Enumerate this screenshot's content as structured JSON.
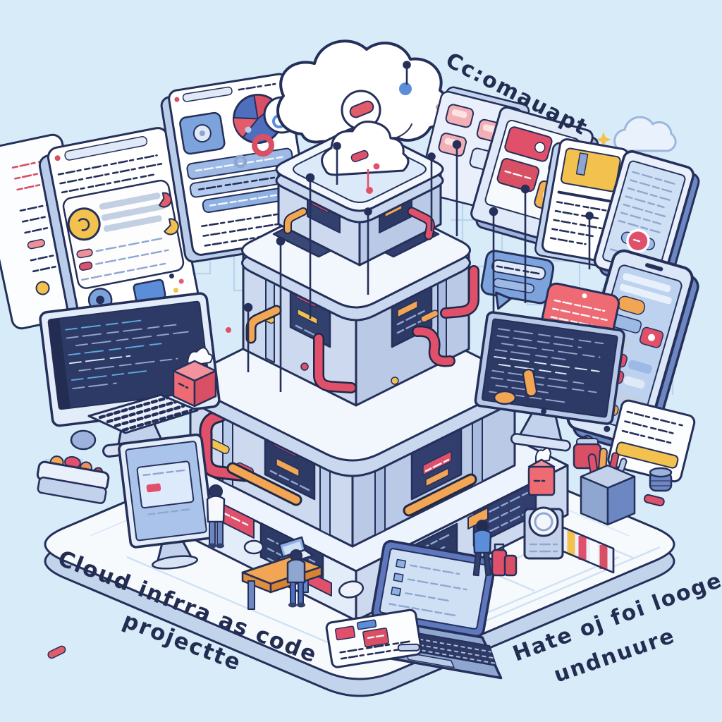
{
  "scene": {
    "type": "isometric-illustration",
    "subject": "Cloud infrastructure as code: layered server tower connected to a cloud, surrounded by app windows, devices and tiny engineers"
  },
  "captions": {
    "top_right": "Cc:omauapt",
    "bottom_left_line1": "Cloud infrra as code",
    "bottom_left_line2": "projectte",
    "bottom_right_line1": "Hate oj foi looge",
    "bottom_right_line2": "undnuure"
  },
  "palette": {
    "background": "#d8ebf9",
    "outline": "#25305a",
    "tower_light": "#cdd9ee",
    "tower_mid": "#8fa7d0",
    "panel_dark": "#2e3a66",
    "pipe_red": "#e0506b",
    "pipe_orange": "#f2a654",
    "accent_yellow": "#f2c14e",
    "accent_blue": "#5b8dd9",
    "bubble_blue": "#7da3dd",
    "bubble_red": "#ee6b74",
    "floor_white": "#f7fafd"
  },
  "objects": [
    "main-cloud",
    "small-cloud-on-tower",
    "outline-cloud",
    "sparkle",
    "tower-tier-1",
    "tower-tier-2",
    "tower-tier-3",
    "podium",
    "base-platform",
    "browser-window-analytics",
    "browser-window-dashboard",
    "partial-window",
    "app-grid-panel-light",
    "app-grid-panel-red",
    "document-card",
    "tablet-device",
    "phone-device",
    "card-yellow-strip",
    "speech-bubble-blue",
    "speech-bubble-red",
    "desktop-monitor-left",
    "terminal-monitor-right",
    "floor-monitor",
    "keyboard",
    "mouse",
    "laptop-large",
    "laptop-small",
    "floor-tablet",
    "orange-desk",
    "person-white-shirt",
    "person-at-desk",
    "person-with-luggage",
    "tissue-cube",
    "snack-tray",
    "red-container",
    "pen-cabinet",
    "lens-device",
    "striped-ramp",
    "red-bag",
    "barrel",
    "red-item"
  ]
}
